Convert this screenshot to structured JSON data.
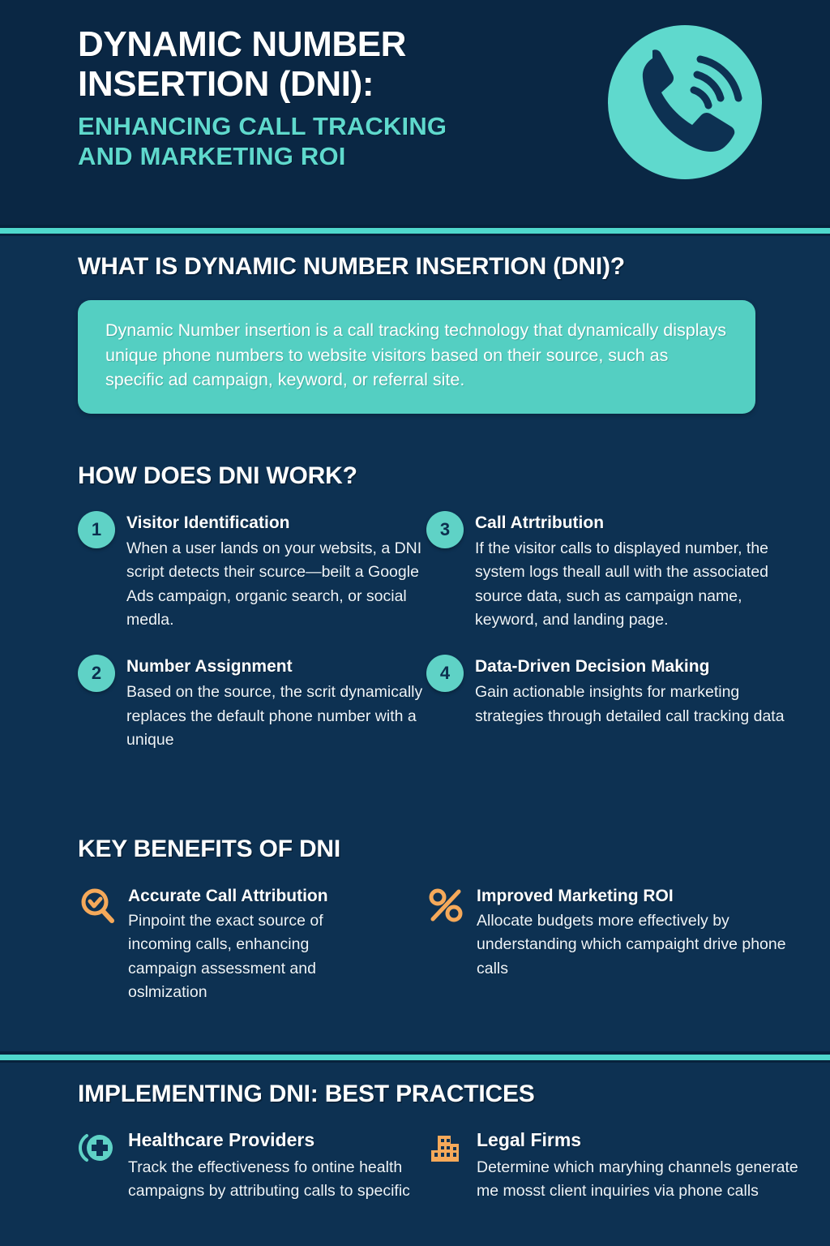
{
  "colors": {
    "bg_header": "#0a2744",
    "bg_body": "#0d3152",
    "teal": "#5fd9cd",
    "teal_box": "#54cfc2",
    "orange": "#f5a95a",
    "white": "#ffffff"
  },
  "header": {
    "title_line1": "DYNAMIC NUMBER",
    "title_line2": "INSERTION (DNI):",
    "subtitle_line1": "ENHANCING CALL TRACKING",
    "subtitle_line2": "AND MARKETING ROI",
    "icon": "phone-call-icon"
  },
  "what_is": {
    "heading": "WHAT IS DYNAMIC NUMBER INSERTION (DNI)?",
    "body": "Dynamic Number insertion is a call tracking technology that dynamically displays unique phone numbers to website visitors based on their source, such as specific ad campaign, keyword, or referral site."
  },
  "how_it_works": {
    "heading": "HOW DOES DNI WORK?",
    "steps": [
      {
        "number": "1",
        "title": "Visitor Identification",
        "desc": "When a user lands on your websits, a DNI script detects their scurce—beilt a Google Ads campaign, organic search, or social medla."
      },
      {
        "number": "2",
        "title": "Number Assignment",
        "desc": "Based on the source, the scrit dynamically replaces the default phone number with a unique"
      },
      {
        "number": "3",
        "title": "Call Atrtribution",
        "desc": "If the visitor calls to displayed number, the system logs theall aull with the associated source data, such as campaign name, keyword, and landing page."
      },
      {
        "number": "4",
        "title": "Data-Driven Decision Making",
        "desc": "Gain actionable insights for marketing strategies through detailed call tracking data"
      }
    ]
  },
  "key_benefits": {
    "heading": "KEY BENEFITS OF DNI",
    "items": [
      {
        "icon": "magnifier-check-icon",
        "title": "Accurate Call Attribution",
        "desc": "Pinpoint the exact source of incoming calls, enhancing campaign assessment and oslmization"
      },
      {
        "icon": "percent-icon",
        "title": "Improved Marketing ROI",
        "desc": "Allocate budgets more effectively by understanding which campaight drive phone calls"
      }
    ]
  },
  "best_practices": {
    "heading": "IMPLEMENTING DNI: BEST PRACTICES",
    "items": [
      {
        "icon": "medical-cross-icon",
        "title": "Healthcare Providers",
        "desc": "Track the effectiveness fo ontine health campaigns by attributing calls to specific"
      },
      {
        "icon": "office-building-icon",
        "title": "Legal Firms",
        "desc": "Determine which maryhing channels generate me mosst client inquiries via phone calls"
      }
    ]
  }
}
